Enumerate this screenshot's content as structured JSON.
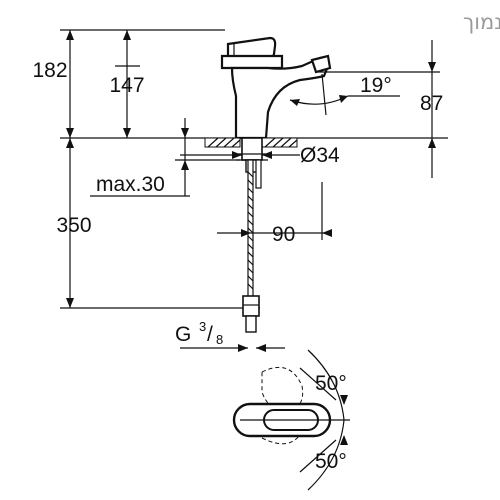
{
  "watermark": "מחיר סופי - כי המחיר שלנו הכי נמוך",
  "dimensions": {
    "overall_height": "182",
    "spout_height": "147",
    "outlet_angle": "19°",
    "outlet_height": "87",
    "counter_thickness": "max.30",
    "hole_diameter": "Ø34",
    "hose_length": "350",
    "projection": "90",
    "thread_prefix": "G",
    "thread_num": "3",
    "thread_den": "8",
    "lever_angle_top": "50°",
    "lever_angle_bottom": "50°"
  }
}
